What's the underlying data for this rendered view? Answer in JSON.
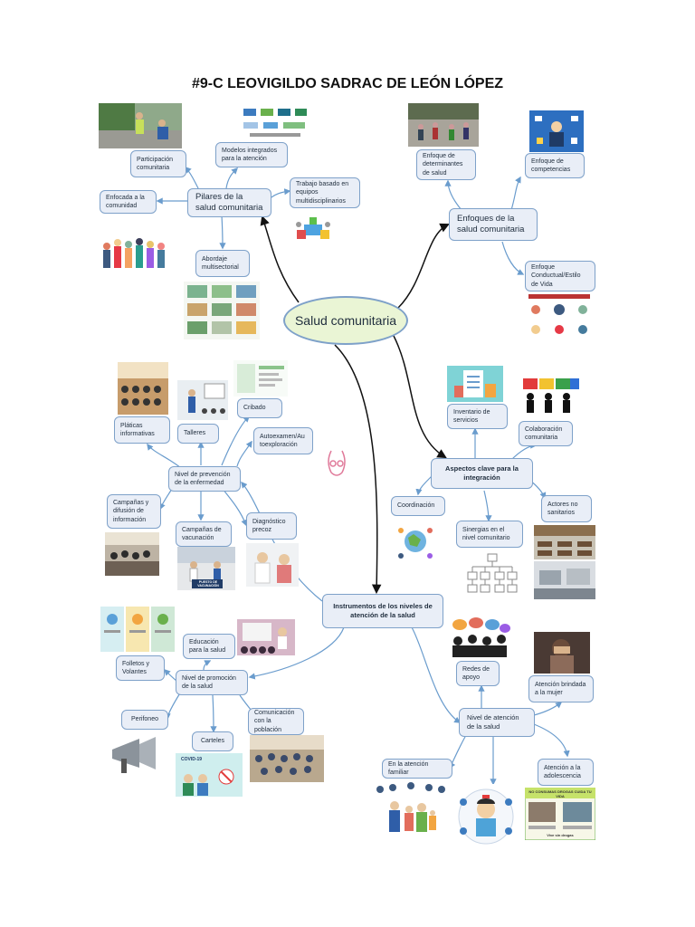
{
  "title": "#9-C LEOVIGILDO SADRAC DE LEÓN LÓPEZ",
  "hub": "Salud comunitaria",
  "pilares": {
    "label": "Pilares de la salud comunitaria",
    "participacion": "Participación comunitaria",
    "modelos": "Modelos integrados para la atención",
    "enfocada": "Enfocada a la comunidad",
    "trabajo": "Trabajo basado en equipos multidisciplinarios",
    "abordaje": "Abordaje multisectorial"
  },
  "enfoques": {
    "label": "Enfoques de la salud comunitaria",
    "determinantes": "Enfoque de determinantes de salud",
    "competencias": "Enfoque de competencias",
    "conductual": "Enfoque Conductual/Estilo de Vida"
  },
  "aspectos": {
    "label": "Aspectos clave para la integración",
    "inventario": "Inventario de servicios",
    "colaboracion": "Colaboración comunitaria",
    "coordinacion": "Coordinación",
    "actores": "Actores no sanitarios",
    "sinergias": "Sinergias en el nivel comunitario"
  },
  "prevencion": {
    "label": "Nivel de prevención de la enfermedad",
    "platicas": "Pláticas informativas",
    "talleres": "Talleres",
    "cribado": "Cribado",
    "autoexamen": "Autoexamen/Au toexploración",
    "campanas_info": "Campañas y difusión de información",
    "campanas_vac": "Campañas de vacunación",
    "diagnostico": "Diagnóstico precoz"
  },
  "instrumentos": {
    "label": "Instrumentos de los niveles de atención de la salud"
  },
  "promocion": {
    "label": "Nivel de promoción de la salud",
    "educacion": "Educación para la salud",
    "folletos": "Folletos y Volantes",
    "perifoneo": "Perifoneo",
    "carteles": "Carteles",
    "comunicacion": "Comunicación con la población"
  },
  "atencion": {
    "label": "Nivel de atención de la salud",
    "redes": "Redes de apoyo",
    "mujer": "Atención brindada a la mujer",
    "familiar": "En la atención familiar",
    "adolescencia": "Atención a la adolescencia"
  },
  "image_text": {
    "vacunacion_sign": "PUESTO DE VACUNACIÓN",
    "covid_poster": "COVID-19",
    "drug_poster_title": "NO CONSUMAS DROGAS CUIDA TU VIDA",
    "drug_poster_footer": "Vive sin drogas"
  },
  "colors": {
    "node_fill": "#e9eef7",
    "node_border": "#7ea1c9",
    "hub_fill": "#eaf5d5",
    "connector": "#6a9ccd",
    "main_arrow": "#111111"
  }
}
